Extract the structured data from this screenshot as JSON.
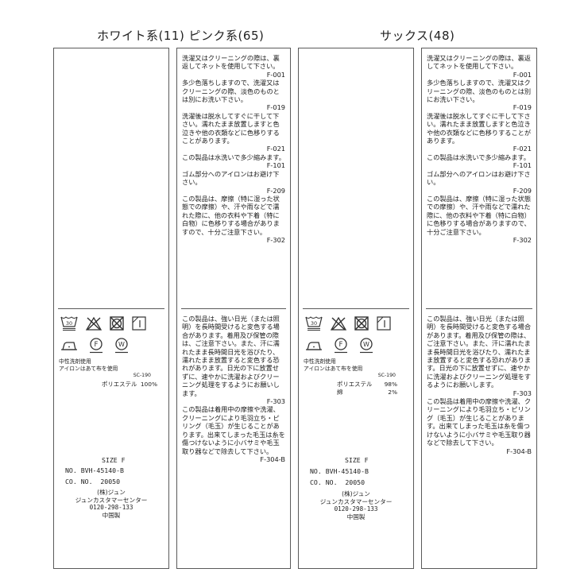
{
  "headings": {
    "left": "ホワイト系(11) ピンク系(65)",
    "right": "サックス(48)"
  },
  "labels": [
    {
      "side": "front",
      "group": "white-pink",
      "care_symbols": [
        "wash-30-icon",
        "no-bleach-icon",
        "no-tumble-dry-icon",
        "line-dry-shade-icon",
        "iron-low-icon",
        "dry-clean-f-icon",
        "wet-clean-w-icon"
      ],
      "wash_symbol_temp": "30",
      "dry_symbol_num": "1",
      "f_letter": "F",
      "w_letter": "W",
      "notes": [
        "中性洗剤使用",
        "アイロンはあて布を使用"
      ],
      "sc_code": "SC-190",
      "fibers": [
        {
          "name": "ポリエステル",
          "pct": "100%"
        }
      ],
      "size": "SIZE F",
      "no": "NO. BVH-45140-B",
      "co_no": "CO. NO.  20050",
      "maker_lines": [
        "(株)ジュン",
        "ジュンカスタマーセンター",
        "0120-298-133",
        "中国製"
      ]
    },
    {
      "side": "back",
      "group": "white-pink",
      "top_blocks": [
        {
          "text": "洗濯又はクリーニングの際は、裏返してネットを使用して下さい。",
          "code": "F-001"
        },
        {
          "text": "多少色落ちしますので、洗濯又はクリーニングの際、淡色のものとは別にお洗い下さい。",
          "code": "F-019"
        },
        {
          "text": "洗濯後は脱水してすぐに干して下さい。濡れたまま放置しますと色泣きや他の衣類などに色移りすることがあります。",
          "code": "F-021"
        },
        {
          "text": "この製品は水洗いで多少縮みます。",
          "code": "F-101"
        },
        {
          "text": "ゴム部分へのアイロンはお避け下さい。",
          "code": "F-209"
        },
        {
          "text": "この製品は、摩擦（特に湿った状態での摩擦）や、汗や雨などで濡れた際に、他の衣料や下着（特に白物）に色移りする場合がありますので、十分ご注意下さい。",
          "code": "F-302"
        }
      ],
      "bottom_blocks": [
        {
          "text": "この製品は、強い日光（または照明）を長時間受けると変色する場合があります。着用及び保管の際は、ご注意下さい。また、汗に濡れたまま長時間日光を浴びたり、濡れたまま放置すると変色する恐れがあります。日光の下に放置せずに、速やかに洗濯およびクリーニング処理をするようにお願いします。",
          "code": "F-303"
        },
        {
          "text": "この製品は着用中の摩擦や洗濯、クリーニングにより毛羽立ち・ピリング（毛玉）が生じることがあります。出来てしまった毛玉は糸を傷つけないように小バサミや毛玉取り器などで除去して下さい。",
          "code": "F-304-B"
        }
      ]
    },
    {
      "side": "front",
      "group": "sax",
      "wash_symbol_temp": "30",
      "dry_symbol_num": "1",
      "f_letter": "F",
      "w_letter": "W",
      "notes": [
        "中性洗剤使用",
        "アイロンはあて布を使用"
      ],
      "sc_code": "SC-190",
      "fibers": [
        {
          "name": "ポリエステル",
          "pct": "98%"
        },
        {
          "name": "綿",
          "pct": "2%"
        }
      ],
      "size": "SIZE F",
      "no": "NO. BVH-45140-B",
      "co_no": "CO. NO.  20050",
      "maker_lines": [
        "(株)ジュン",
        "ジュンカスタマーセンター",
        "0120-298-133",
        "中国製"
      ]
    },
    {
      "side": "back",
      "group": "sax",
      "top_blocks": [
        {
          "text": "洗濯又はクリーニングの際は、裏返してネットを使用して下さい。",
          "code": "F-001"
        },
        {
          "text": "多少色落ちしますので、洗濯又はクリーニングの際、淡色のものとは別にお洗い下さい。",
          "code": "F-019"
        },
        {
          "text": "洗濯後は脱水してすぐに干して下さい。濡れたまま放置しますと色泣きや他の衣類などに色移りすることがあります。",
          "code": "F-021"
        },
        {
          "text": "この製品は水洗いで多少縮みます。",
          "code": "F-101"
        },
        {
          "text": "ゴム部分へのアイロンはお避け下さい。",
          "code": "F-209"
        },
        {
          "text": "この製品は、摩擦（特に湿った状態での摩擦）や、汗や雨などで濡れた際に、他の衣料や下着（特に白物）に色移りする場合がありますので、十分ご注意下さい。",
          "code": "F-302"
        }
      ],
      "bottom_blocks": [
        {
          "text": "この製品は、強い日光（または照明）を長時間受けると変色する場合があります。着用及び保管の際は、ご注意下さい。また、汗に濡れたまま長時間日光を浴びたり、濡れたまま放置すると変色する恐れがあります。日光の下に放置せずに、速やかに洗濯およびクリーニング処理をするようにお願いします。",
          "code": "F-303"
        },
        {
          "text": "この製品は着用中の摩擦や洗濯、クリーニングにより毛羽立ち・ピリング（毛玉）が生じることがあります。出来てしまった毛玉は糸を傷つけないように小バサミや毛玉取り器などで除去して下さい。",
          "code": "F-304-B"
        }
      ]
    }
  ]
}
